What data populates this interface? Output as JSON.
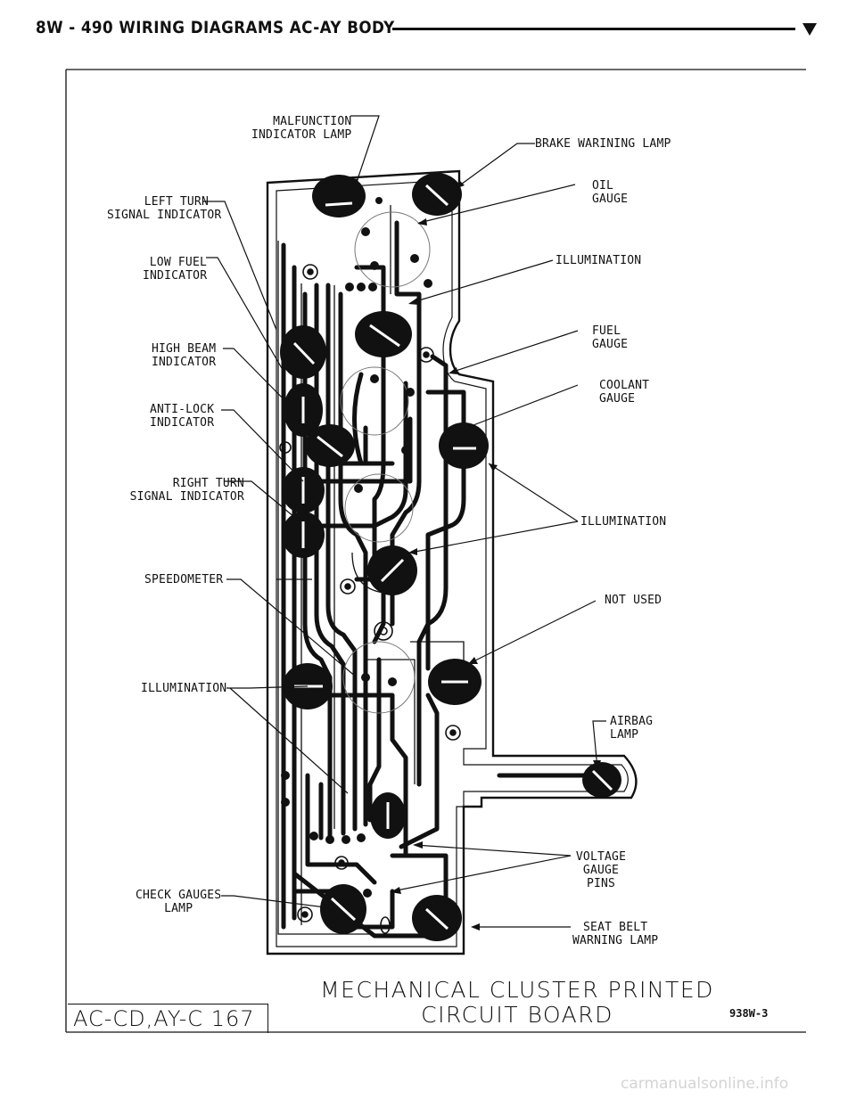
{
  "header": {
    "title": "8W - 490   WIRING DIAGRAMS AC-AY BODY"
  },
  "labels": {
    "malfunction": "MALFUNCTION\nINDICATOR LAMP",
    "brake": "BRAKE WARINING LAMP",
    "left_turn": "LEFT TURN\nSIGNAL INDICATOR",
    "oil": "OIL\nGAUGE",
    "low_fuel": "LOW FUEL\nINDICATOR",
    "illumination_1": "ILLUMINATION",
    "high_beam": "HIGH BEAM\nINDICATOR",
    "fuel": "FUEL\nGAUGE",
    "anti_lock": "ANTI-LOCK\nINDICATOR",
    "coolant": "COOLANT\nGAUGE",
    "right_turn": "RIGHT TURN\nSIGNAL INDICATOR",
    "illumination_2": "ILLUMINATION",
    "speedometer": "SPEEDOMETER",
    "not_used": "NOT USED",
    "illumination_3": "ILLUMINATION",
    "airbag": "AIRBAG\nLAMP",
    "voltage": "VOLTAGE\nGAUGE\nPINS",
    "check_gauges": "CHECK GAUGES\nLAMP",
    "seat_belt": "SEAT BELT\nWARNING LAMP"
  },
  "caption": {
    "line1": "MECHANICAL CLUSTER PRINTED",
    "line2": "CIRCUIT BOARD"
  },
  "footer": {
    "code": "AC-CD,AY-C 167",
    "ref": "938W-3"
  },
  "watermark": "carmanualsonline.info"
}
